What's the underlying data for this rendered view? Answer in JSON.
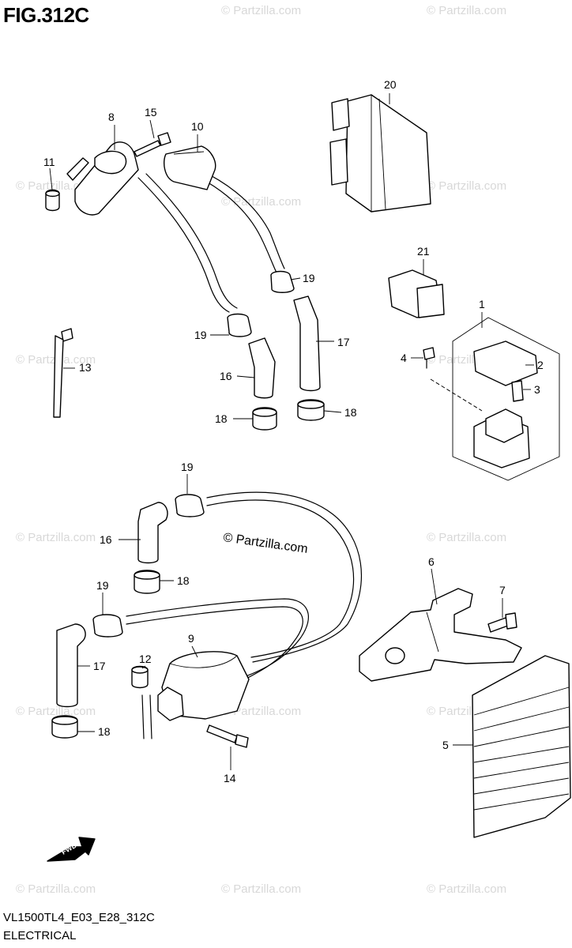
{
  "figure": {
    "title": "FIG.312C",
    "code": "VL1500TL4_E03_E28_312C",
    "section": "ELECTRICAL"
  },
  "watermark": {
    "small_text": "© Partzilla.com",
    "main_text": "© Partzilla.com"
  },
  "callouts": {
    "c1": "1",
    "c2": "2",
    "c3": "3",
    "c4": "4",
    "c5": "5",
    "c6": "6",
    "c7": "7",
    "c8": "8",
    "c9": "9",
    "c10": "10",
    "c11": "11",
    "c12": "12",
    "c13": "13",
    "c14": "14",
    "c15": "15",
    "c16a": "16",
    "c16b": "16",
    "c17a": "17",
    "c17b": "17",
    "c18a": "18",
    "c18b": "18",
    "c18c": "18",
    "c18d": "18",
    "c19a": "19",
    "c19b": "19",
    "c19c": "19",
    "c19d": "19",
    "c20": "20",
    "c21": "21"
  },
  "fwd_arrow": {
    "label": "FWD"
  }
}
